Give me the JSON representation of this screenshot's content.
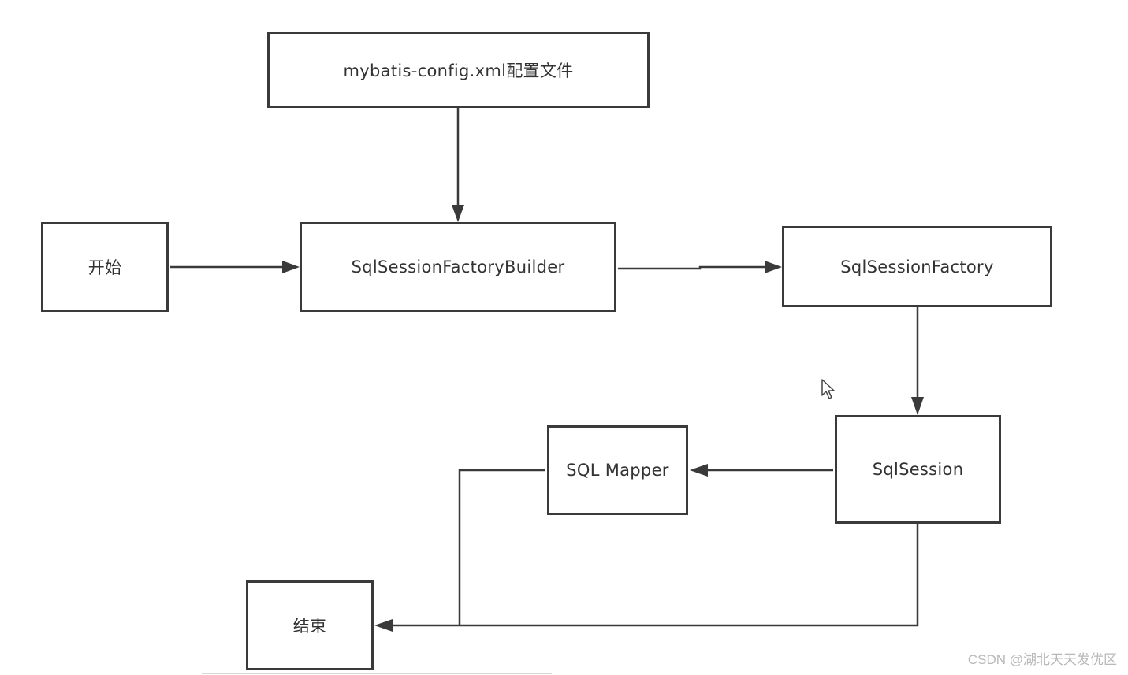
{
  "nodes": {
    "config": "mybatis-config.xml配置文件",
    "start": "开始",
    "builder": "SqlSessionFactoryBuilder",
    "factory": "SqlSessionFactory",
    "session": "SqlSession",
    "mapper": "SQL Mapper",
    "end": "结束"
  },
  "edges": [
    {
      "from": "config",
      "to": "builder"
    },
    {
      "from": "start",
      "to": "builder"
    },
    {
      "from": "builder",
      "to": "factory"
    },
    {
      "from": "factory",
      "to": "session"
    },
    {
      "from": "session",
      "to": "mapper"
    },
    {
      "from": "mapper",
      "to": "end"
    },
    {
      "from": "session",
      "to": "end"
    }
  ],
  "watermark": "CSDN @湖北天天发优区",
  "colors": {
    "stroke": "#3a3a3a",
    "text": "#333333",
    "background": "#ffffff"
  },
  "icons": {
    "cursor": "mouse-pointer-icon"
  }
}
